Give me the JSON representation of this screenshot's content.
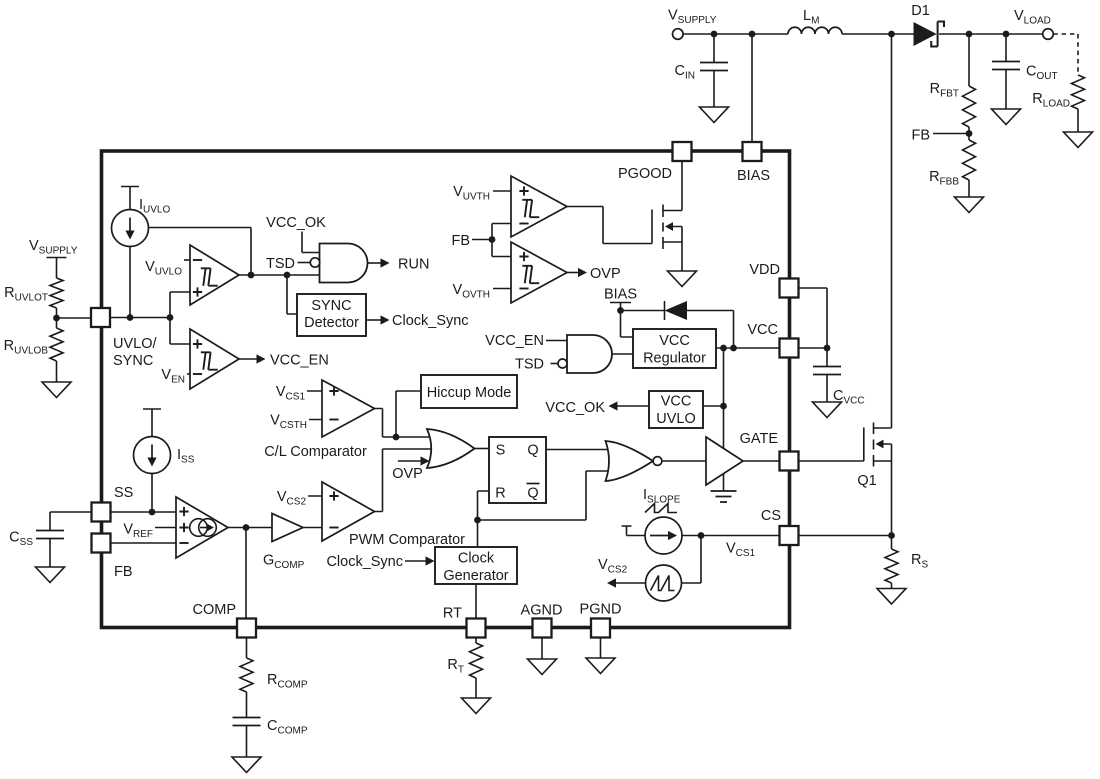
{
  "figure": {
    "type": "circuit-functional-block-diagram",
    "description": "Boost controller IC functional block diagram with external boost converter components",
    "background": "#ffffff",
    "ink": "#1b1b1b"
  },
  "labels": {
    "v_supply_left": {
      "t": "V",
      "s": "SUPPLY"
    },
    "r_uvlot": {
      "t": "R",
      "s": "UVLOT"
    },
    "r_uvlob": {
      "t": "R",
      "s": "UVLOB"
    },
    "uvlo_sync_1": {
      "t": "UVLO/"
    },
    "uvlo_sync_2": {
      "t": "SYNC"
    },
    "i_uvlo": {
      "t": "I",
      "s": "UVLO"
    },
    "v_uvlo": {
      "t": "V",
      "s": "UVLO"
    },
    "v_en": {
      "t": "V",
      "s": "EN"
    },
    "vcc_ok_top": {
      "t": "VCC_OK"
    },
    "tsd_top": {
      "t": "TSD"
    },
    "run": {
      "t": "RUN"
    },
    "sync_det_1": {
      "t": "SYNC"
    },
    "sync_det_2": {
      "t": "Detector"
    },
    "clock_sync_out": {
      "t": "Clock_Sync"
    },
    "vcc_en_out": {
      "t": "VCC_EN"
    },
    "v_uvth": {
      "t": "V",
      "s": "UVTH"
    },
    "fb_pgood": {
      "t": "FB"
    },
    "v_ovth": {
      "t": "V",
      "s": "OVTH"
    },
    "ovp_out": {
      "t": "OVP"
    },
    "pgood": {
      "t": "PGOOD"
    },
    "bias_pin": {
      "t": "BIAS"
    },
    "bias_internal": {
      "t": "BIAS"
    },
    "vcc_en_in": {
      "t": "VCC_EN"
    },
    "tsd_in": {
      "t": "TSD"
    },
    "vcc_reg_1": {
      "t": "VCC"
    },
    "vcc_reg_2": {
      "t": "Regulator"
    },
    "vdd": {
      "t": "VDD"
    },
    "vcc": {
      "t": "VCC"
    },
    "c_vcc": {
      "t": "C",
      "s": "VCC"
    },
    "vcc_uvlo_1": {
      "t": "VCC"
    },
    "vcc_uvlo_2": {
      "t": "UVLO"
    },
    "vcc_ok_left": {
      "t": "VCC_OK"
    },
    "v_cs1_in": {
      "t": "V",
      "s": "CS1"
    },
    "v_csth": {
      "t": "V",
      "s": "CSTH"
    },
    "cl_comp": {
      "t": "C/L Comparator"
    },
    "hiccup": {
      "t": "Hiccup Mode"
    },
    "ovp_in": {
      "t": "OVP"
    },
    "v_cs2_in": {
      "t": "V",
      "s": "CS2"
    },
    "pwm_comp": {
      "t": "PWM Comparator"
    },
    "clock_sync_in": {
      "t": "Clock_Sync"
    },
    "clkgen_1": {
      "t": "Clock"
    },
    "clkgen_2": {
      "t": "Generator"
    },
    "latch_s": {
      "t": "S"
    },
    "latch_q": {
      "t": "Q"
    },
    "latch_r": {
      "t": "R"
    },
    "latch_qb": {
      "t": "Q"
    },
    "i_ss": {
      "t": "I",
      "s": "SS"
    },
    "ss": {
      "t": "SS"
    },
    "v_ref": {
      "t": "V",
      "s": "REF"
    },
    "fb": {
      "t": "FB"
    },
    "g_comp": {
      "t": "G",
      "s": "COMP"
    },
    "comp": {
      "t": "COMP"
    },
    "r_comp": {
      "t": "R",
      "s": "COMP"
    },
    "c_comp": {
      "t": "C",
      "s": "COMP"
    },
    "c_ss": {
      "t": "C",
      "s": "SS"
    },
    "rt": {
      "t": "RT"
    },
    "r_t": {
      "t": "R",
      "s": "T"
    },
    "agnd": {
      "t": "AGND"
    },
    "pgnd": {
      "t": "PGND"
    },
    "gate": {
      "t": "GATE"
    },
    "cs": {
      "t": "CS"
    },
    "q1": {
      "t": "Q1"
    },
    "r_s": {
      "t": "R",
      "s": "S"
    },
    "i_slope": {
      "t": "I",
      "s": "SLOPE"
    },
    "v_cs1_wire": {
      "t": "V",
      "s": "CS1"
    },
    "v_cs2_out": {
      "t": "V",
      "s": "CS2"
    },
    "v_supply_top": {
      "t": "V",
      "s": "SUPPLY"
    },
    "c_in": {
      "t": "C",
      "s": "IN"
    },
    "l_m": {
      "t": "L",
      "s": "M"
    },
    "d1": {
      "t": "D1"
    },
    "v_load": {
      "t": "V",
      "s": "LOAD"
    },
    "c_out": {
      "t": "C",
      "s": "OUT"
    },
    "r_load": {
      "t": "R",
      "s": "LOAD"
    },
    "r_fbt": {
      "t": "R",
      "s": "FBT"
    },
    "fb_right": {
      "t": "FB"
    },
    "r_fbb": {
      "t": "R",
      "s": "FBB"
    }
  }
}
